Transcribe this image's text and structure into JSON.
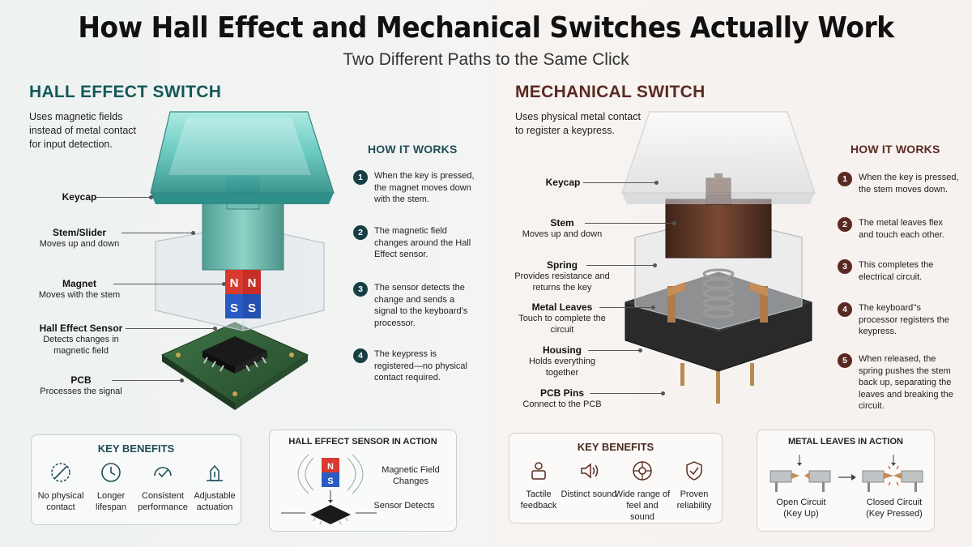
{
  "header": {
    "title": "How Hall Effect and Mechanical Switches Actually Work",
    "subtitle": "Two Different Paths to the Same Click"
  },
  "hall": {
    "title": "HALL EFFECT SWITCH",
    "description": [
      "Uses magnetic fields",
      "instead of metal contact",
      "for input detection."
    ],
    "parts": [
      {
        "name": "Keycap",
        "desc": ""
      },
      {
        "name": "Stem/Slider",
        "desc": "Moves up and down"
      },
      {
        "name": "Magnet",
        "desc": "Moves with the stem"
      },
      {
        "name": "Hall Effect Sensor",
        "desc": "Detects changes in magnetic field"
      },
      {
        "name": "PCB",
        "desc": "Processes the signal"
      }
    ],
    "magnet_poles": {
      "north": "N",
      "south": "S"
    },
    "how_it_works": {
      "title": "HOW IT WORKS",
      "steps": [
        {
          "num": "1",
          "text": "When the key is pressed, the magnet moves down with the stem."
        },
        {
          "num": "2",
          "text": "The magnetic field changes around the Hall Effect sensor."
        },
        {
          "num": "3",
          "text": "The sensor detects the change and sends a signal to the keyboard's processor."
        },
        {
          "num": "4",
          "text": "The keypress is registered—no physical contact required."
        }
      ]
    },
    "benefits": {
      "title": "KEY BENEFITS",
      "items": [
        {
          "label": "No physical contact",
          "icon": "no-contact-icon"
        },
        {
          "label": "Longer lifespan",
          "icon": "clock-icon"
        },
        {
          "label": "Consistent performance",
          "icon": "gauge-check-icon"
        },
        {
          "label": "Adjustable actuation",
          "icon": "adjust-actuation-icon"
        }
      ]
    },
    "in_action": {
      "title": "HALL EFFECT SENSOR IN ACTION",
      "field_label": "Magnetic Field Changes",
      "sensor_label": "Sensor Detects",
      "magnet_poles": {
        "north": "N",
        "south": "S"
      }
    }
  },
  "mech": {
    "title": "MECHANICAL SWITCH",
    "description": [
      "Uses physical metal contact",
      "to register a keypress."
    ],
    "parts": [
      {
        "name": "Keycap",
        "desc": ""
      },
      {
        "name": "Stem",
        "desc": "Moves up and down"
      },
      {
        "name": "Spring",
        "desc": "Provides resistance and returns the key"
      },
      {
        "name": "Metal Leaves",
        "desc": "Touch to complete the circuit"
      },
      {
        "name": "Housing",
        "desc": "Holds everything together"
      },
      {
        "name": "PCB Pins",
        "desc": "Connect to the PCB"
      }
    ],
    "how_it_works": {
      "title": "HOW IT WORKS",
      "steps": [
        {
          "num": "1",
          "text": "When the key is pressed, the stem moves down."
        },
        {
          "num": "2",
          "text": "The metal leaves flex and touch each other."
        },
        {
          "num": "3",
          "text": "This completes the electrical circuit."
        },
        {
          "num": "4",
          "text": "The keyboard''s processor registers the keypress."
        },
        {
          "num": "5",
          "text": "When released, the spring pushes the stem back up, separating the leaves and breaking the circuit."
        }
      ]
    },
    "benefits": {
      "title": "KEY BENEFITS",
      "items": [
        {
          "label": "Tactile feedback",
          "icon": "tactile-icon"
        },
        {
          "label": "Distinct sound",
          "icon": "speaker-icon"
        },
        {
          "label": "Wide range of feel and sound",
          "icon": "options-icon"
        },
        {
          "label": "Proven reliability",
          "icon": "shield-check-icon"
        }
      ]
    },
    "in_action": {
      "title": "METAL LEAVES IN ACTION",
      "open_label": "Open Circuit (Key Up)",
      "closed_label": "Closed Circuit (Key Pressed)"
    }
  },
  "colors": {
    "hall_accent": "#14585a",
    "mech_accent": "#5a2a22",
    "keycap_teal": "#5fc7bd",
    "stem_brown": "#5b3524",
    "pcb_green": "#2f5a34"
  }
}
